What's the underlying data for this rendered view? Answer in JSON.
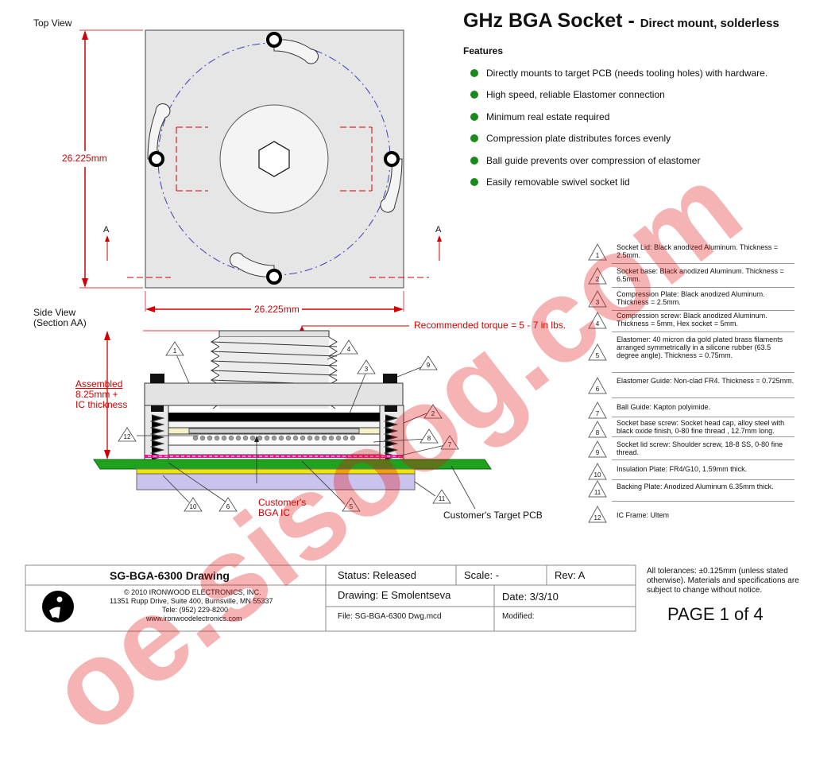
{
  "views": {
    "top_view_label": "Top View",
    "side_view_label_1": "Side View",
    "side_view_label_2": "(Section AA)",
    "section_marker": "A",
    "dim_vertical": "26.225mm",
    "dim_horizontal": "26.225mm",
    "torque_note": "Recommended torque = 5 - 7 in lbs.",
    "assembled_1": "Assembled",
    "assembled_2": "8.25mm +",
    "assembled_3": "IC thickness",
    "customer_bga_1": "Customer's",
    "customer_bga_2": "BGA IC",
    "customer_pcb": "Customer's Target PCB",
    "callouts": [
      "1",
      "2",
      "3",
      "4",
      "5",
      "6",
      "7",
      "8",
      "9",
      "10",
      "11",
      "12"
    ]
  },
  "header": {
    "title_main": "GHz BGA Socket - ",
    "title_sub": "Direct mount, solderless",
    "features_heading": "Features"
  },
  "features": [
    "Directly mounts to target PCB (needs tooling holes) with hardware.",
    "High speed, reliable Elastomer connection",
    "Minimum real estate required",
    "Compression plate distributes forces evenly",
    "Ball guide prevents over compression of elastomer",
    "Easily removable swivel socket lid"
  ],
  "parts": [
    {
      "num": "1",
      "text": "Socket Lid: Black anodized Aluminum. Thickness = 2.5mm."
    },
    {
      "num": "2",
      "text": "Socket base: Black anodized Aluminum. Thickness = 6.5mm."
    },
    {
      "num": "3",
      "text": "Compression Plate: Black anodized Aluminum. Thickness = 2.5mm."
    },
    {
      "num": "4",
      "text": "Compression screw: Black anodized Aluminum. Thickness = 5mm, Hex socket = 5mm."
    },
    {
      "num": "5",
      "text": "Elastomer: 40 micron dia gold plated brass filaments arranged symmetrically in a silicone rubber (63.5 degree angle). Thickness = 0.75mm."
    },
    {
      "num": "6",
      "text": "Elastomer Guide: Non-clad FR4. Thickness = 0.725mm."
    },
    {
      "num": "7",
      "text": "Ball Guide: Kapton polyimide."
    },
    {
      "num": "8",
      "text": "Socket base screw: Socket head cap, alloy steel with black oxide finish, 0-80 fine thread , 12.7mm long."
    },
    {
      "num": "9",
      "text": "Socket lid screw: Shoulder screw, 18-8 SS, 0-80 fine thread."
    },
    {
      "num": "10",
      "text": "Insulation Plate:  FR4/G10, 1.59mm thick."
    },
    {
      "num": "11",
      "text": "Backing Plate: Anodized Aluminum 6.35mm thick."
    },
    {
      "num": "12",
      "text": "IC Frame: Ultem"
    }
  ],
  "titleblock": {
    "drawing_title": "SG-BGA-6300 Drawing",
    "status": "Status: Released",
    "scale": "Scale: -",
    "rev": "Rev: A",
    "copyright": "© 2010 IRONWOOD ELECTRONICS, INC.",
    "address": "11351 Rupp Drive, Suite 400, Burnsville, MN 55337",
    "tele": "Tele: (952) 229-8200",
    "web": "www.ironwoodelectronics.com",
    "drawn_by": "Drawing: E Smolentseva",
    "date": "Date: 3/3/10",
    "file": "File: SG-BGA-6300 Dwg.mcd",
    "modified": "Modified:",
    "tolerances": "All tolerances: ±0.125mm (unless stated otherwise).  Materials and specifications are subject to change without notice.",
    "page": "PAGE 1 of 4"
  },
  "watermark": "oe.sisoog.com",
  "colors": {
    "dimension_red": "#d10000",
    "feature_green": "#1b8a1b",
    "pcb_green": "#1fa31f",
    "backing_lavender": "#c9c3ee"
  }
}
